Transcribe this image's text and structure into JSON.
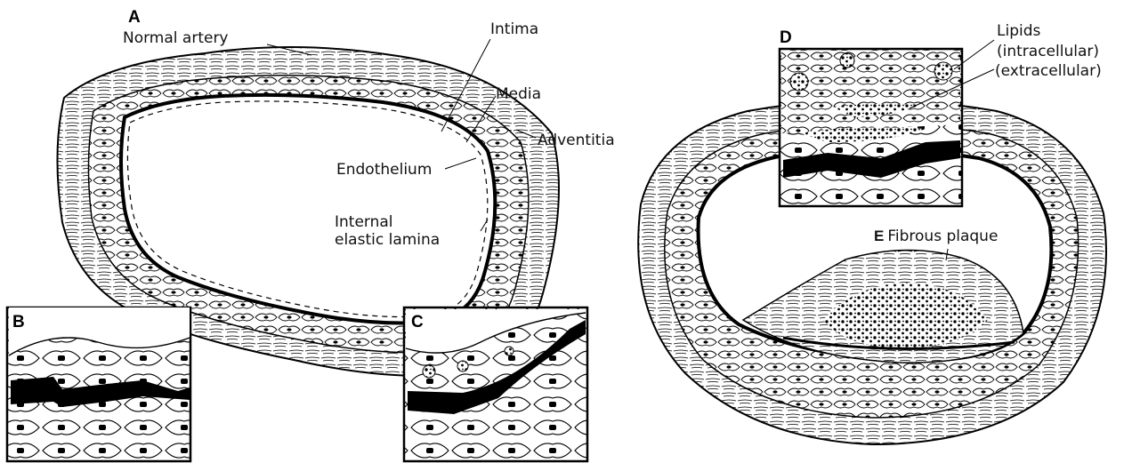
{
  "panels": {
    "a": "A",
    "b": "B",
    "c": "C",
    "d": "D",
    "e": "E"
  },
  "labels": {
    "normal_artery": "Normal artery",
    "intima": "Intima",
    "media": "Media",
    "adventitia": "Adventitia",
    "endothelium": "Endothelium",
    "internal_elastic_lamina": "Internal\nelastic lamina",
    "lipids": "Lipids",
    "intracellular": "(intracellular)",
    "extracellular": "(extracellular)",
    "fibrous_plaque": "Fibrous plaque"
  },
  "colors": {
    "ink": "#000000",
    "paper": "#ffffff"
  }
}
